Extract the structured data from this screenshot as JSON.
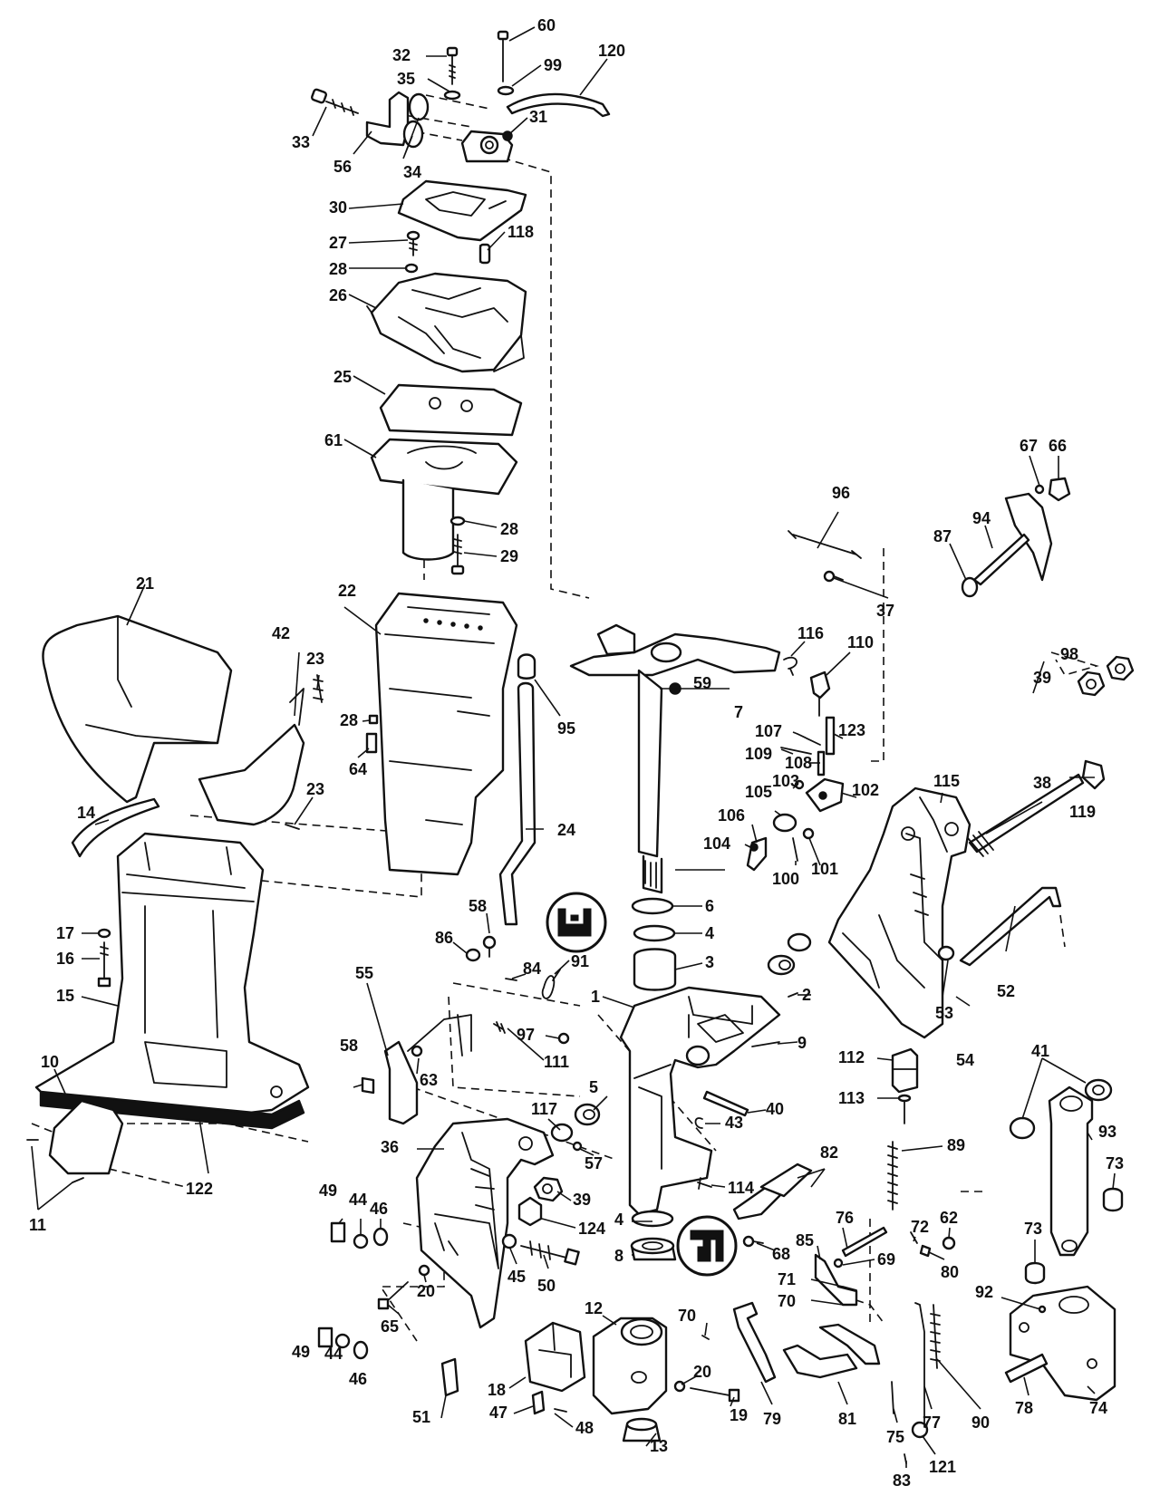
{
  "callout_labels": {
    "60": "60",
    "32": "32",
    "99": "99",
    "120": "120",
    "35": "35",
    "31": "31",
    "33": "33",
    "56": "56",
    "34": "34",
    "30": "30",
    "27": "27",
    "118": "118",
    "28": "28",
    "26": "26",
    "25": "25",
    "61": "61",
    "29": "29",
    "22": "22",
    "21": "21",
    "42": "42",
    "23": "23",
    "64": "64",
    "95": "95",
    "59": "59",
    "7": "7",
    "24": "24",
    "14": "14",
    "17": "17",
    "16": "16",
    "15": "15",
    "10": "10",
    "11": "11",
    "122": "122",
    "6": "6",
    "4": "4",
    "3": "3",
    "86": "86",
    "58": "58",
    "84": "84",
    "91": "91",
    "55": "55",
    "1": "1",
    "97": "97",
    "111": "111",
    "63": "63",
    "5": "5",
    "117": "117",
    "57": "57",
    "36": "36",
    "39": "39",
    "124": "124",
    "49": "49",
    "44": "44",
    "46": "46",
    "45": "45",
    "50": "50",
    "20": "20",
    "65": "65",
    "8": "8",
    "12": "12",
    "18": "18",
    "47": "47",
    "48": "48",
    "51": "51",
    "13": "13",
    "70": "70",
    "19": "19",
    "2": "2",
    "9": "9",
    "40": "40",
    "43": "43",
    "114": "114",
    "82": "82",
    "68": "68",
    "85": "85",
    "76": "76",
    "69": "69",
    "71": "71",
    "79": "79",
    "81": "81",
    "75": "75",
    "83": "83",
    "121": "121",
    "77": "77",
    "90": "90",
    "72": "72",
    "80": "80",
    "62": "62",
    "89": "89",
    "112": "112",
    "113": "113",
    "96": "96",
    "37": "37",
    "116": "116",
    "110": "110",
    "107": "107",
    "109": "109",
    "123": "123",
    "108": "108",
    "103": "103",
    "102": "102",
    "105": "105",
    "106": "106",
    "104": "104",
    "100": "100",
    "101": "101",
    "115": "115",
    "38": "38",
    "119": "119",
    "54": "54",
    "53": "53",
    "52": "52",
    "41": "41",
    "93": "93",
    "73": "73",
    "92": "92",
    "78": "78",
    "74": "74",
    "67": "67",
    "66": "66",
    "94": "94",
    "87": "87",
    "98": "98"
  },
  "icons": {
    "upper_badge": "upper-thrust-bearing-symbol-icon",
    "lower_badge": "lower-thrust-bearing-symbol-icon"
  },
  "colors": {
    "ink": "#111111",
    "paper": "#ffffff"
  }
}
